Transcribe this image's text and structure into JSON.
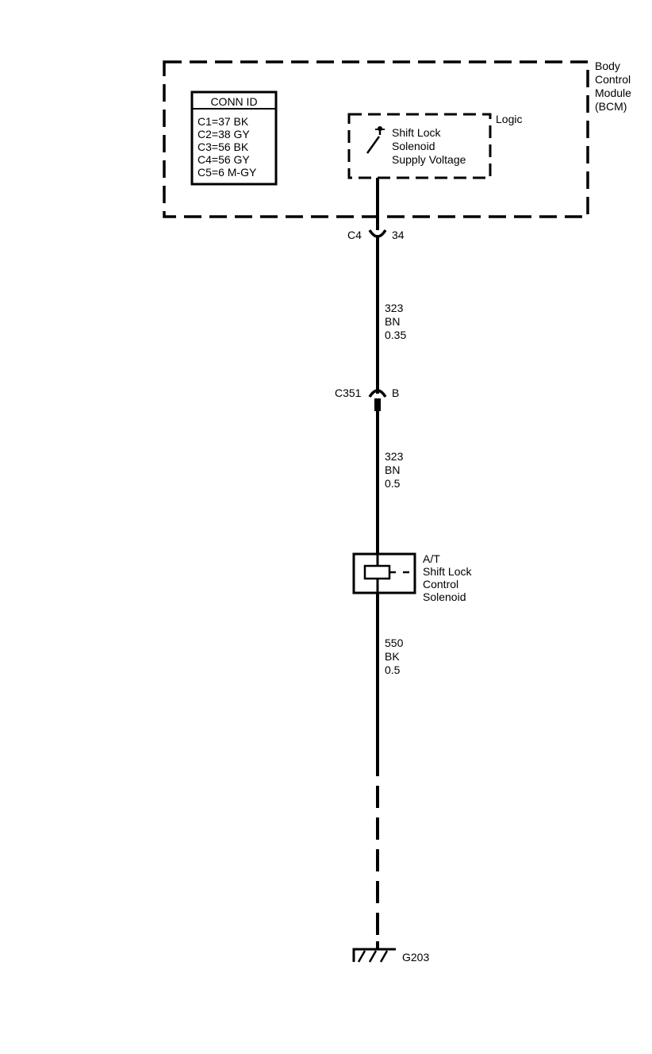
{
  "bcm": {
    "label_lines": [
      "Body",
      "Control",
      "Module",
      "(BCM)"
    ],
    "logic_label": "Logic",
    "logic_lines": [
      "Shift Lock",
      "Solenoid",
      "Supply Voltage"
    ]
  },
  "conn_id": {
    "header": "CONN ID",
    "rows": [
      "C1=37 BK",
      "C2=38 GY",
      "C3=56 BK",
      "C4=56 GY",
      "C5=6 M-GY"
    ]
  },
  "connectors": [
    {
      "id": "C4",
      "pin": "34"
    },
    {
      "id": "C351",
      "pin": "B"
    }
  ],
  "wires": [
    {
      "circuit": "323",
      "color": "BN",
      "gauge": "0.35"
    },
    {
      "circuit": "323",
      "color": "BN",
      "gauge": "0.5"
    },
    {
      "circuit": "550",
      "color": "BK",
      "gauge": "0.5"
    }
  ],
  "solenoid": {
    "label_lines": [
      "A/T",
      "Shift Lock",
      "Control",
      "Solenoid"
    ]
  },
  "ground": {
    "id": "G203"
  }
}
